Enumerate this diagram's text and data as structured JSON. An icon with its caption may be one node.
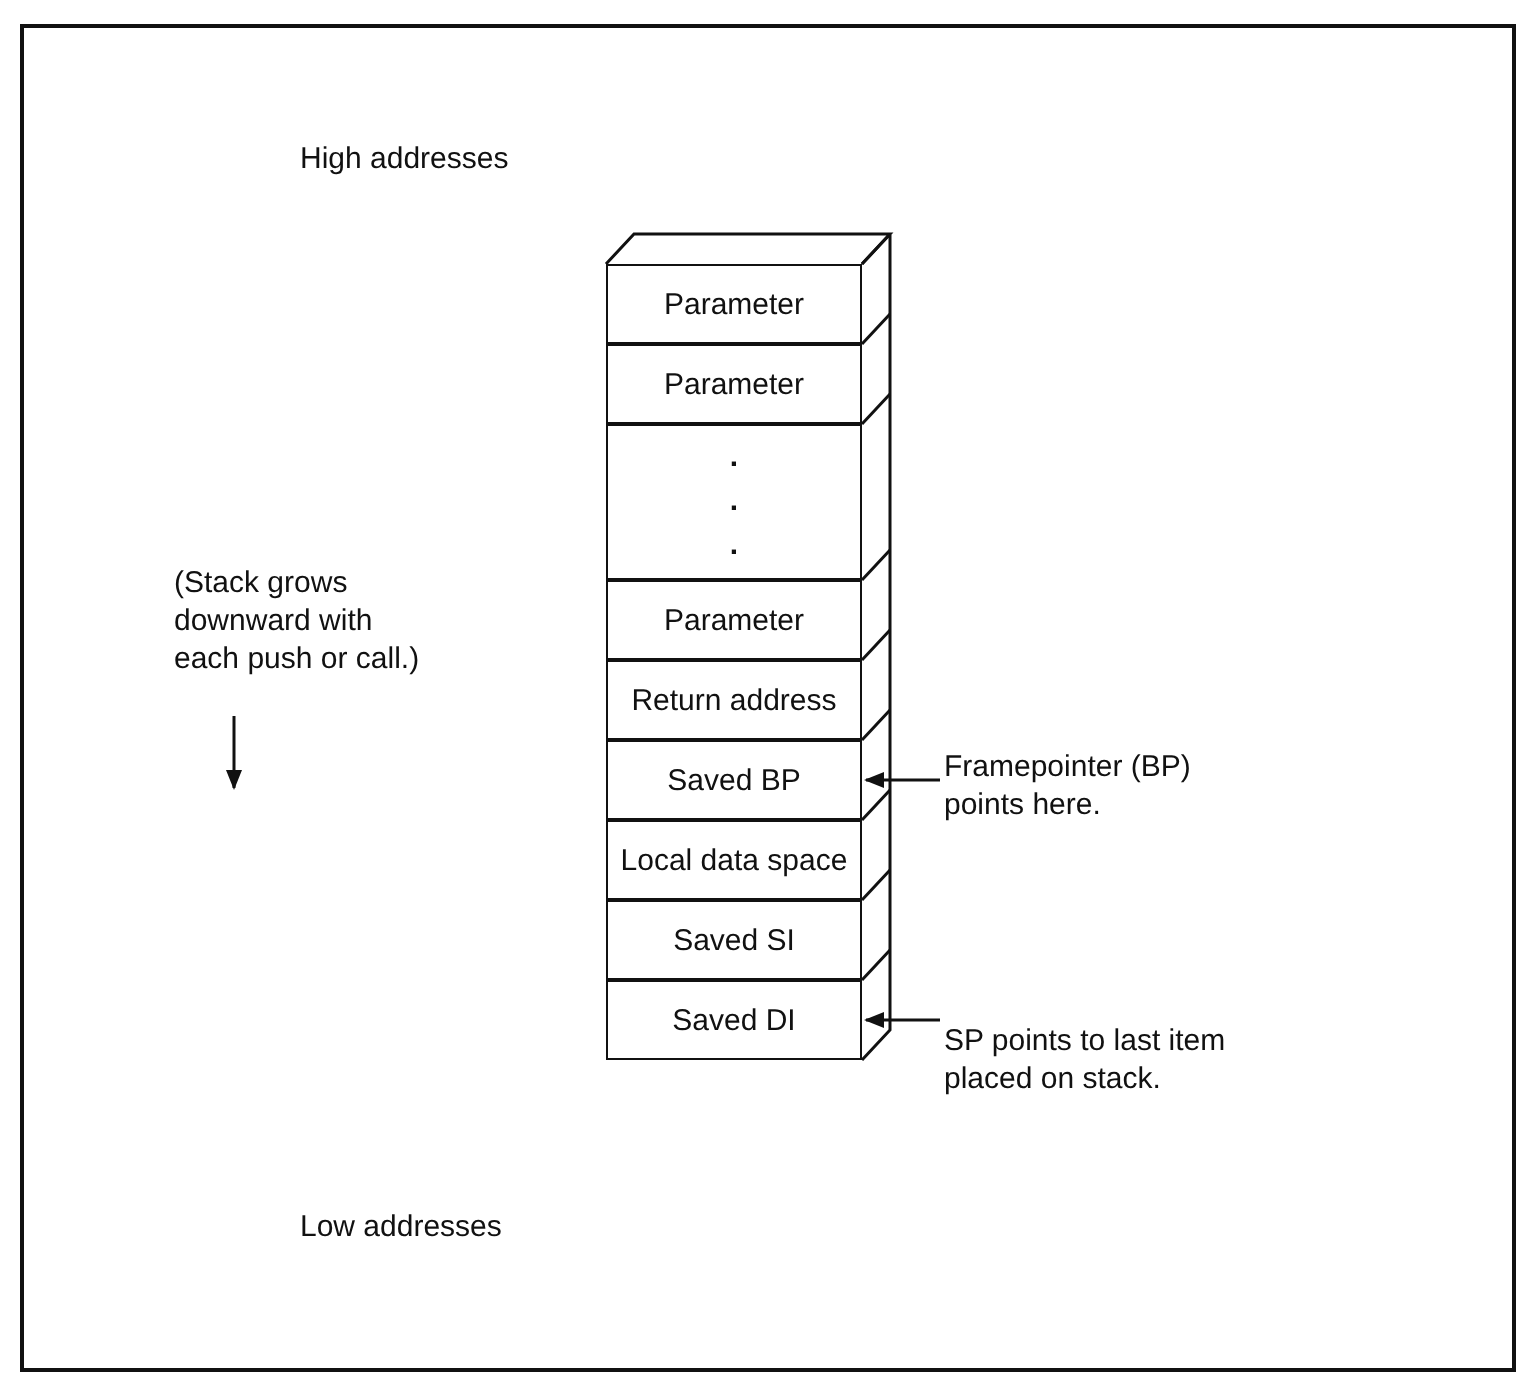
{
  "diagram": {
    "nodes": [
      {
        "text": [
          "Parameter"
        ]
      },
      {
        "text": [
          "Parameter"
        ]
      },
      {
        "text": [
          ". . ."
        ]
      },
      {
        "text": [
          "Parameter"
        ]
      },
      {
        "text": [
          "Return address"
        ]
      },
      {
        "text": [
          "Saved BP"
        ]
      },
      {
        "text": [
          "Local data space"
        ]
      },
      {
        "text": [
          "Saved SI"
        ]
      },
      {
        "text": [
          "Saved DI"
        ]
      },
      {
        "text": [
          "Framepointer (BP) points here."
        ]
      },
      {
        "text": [
          "SP points to last item placed on stack."
        ]
      }
    ],
    "edges": [
      {
        "from": 9,
        "to": 5,
        "arrow": "to"
      },
      {
        "from": 10,
        "to": 8,
        "arrow": "to"
      }
    ],
    "labels": [
      "High addresses",
      "(Stack grows downward with each push or call.)",
      "Low addresses"
    ]
  }
}
